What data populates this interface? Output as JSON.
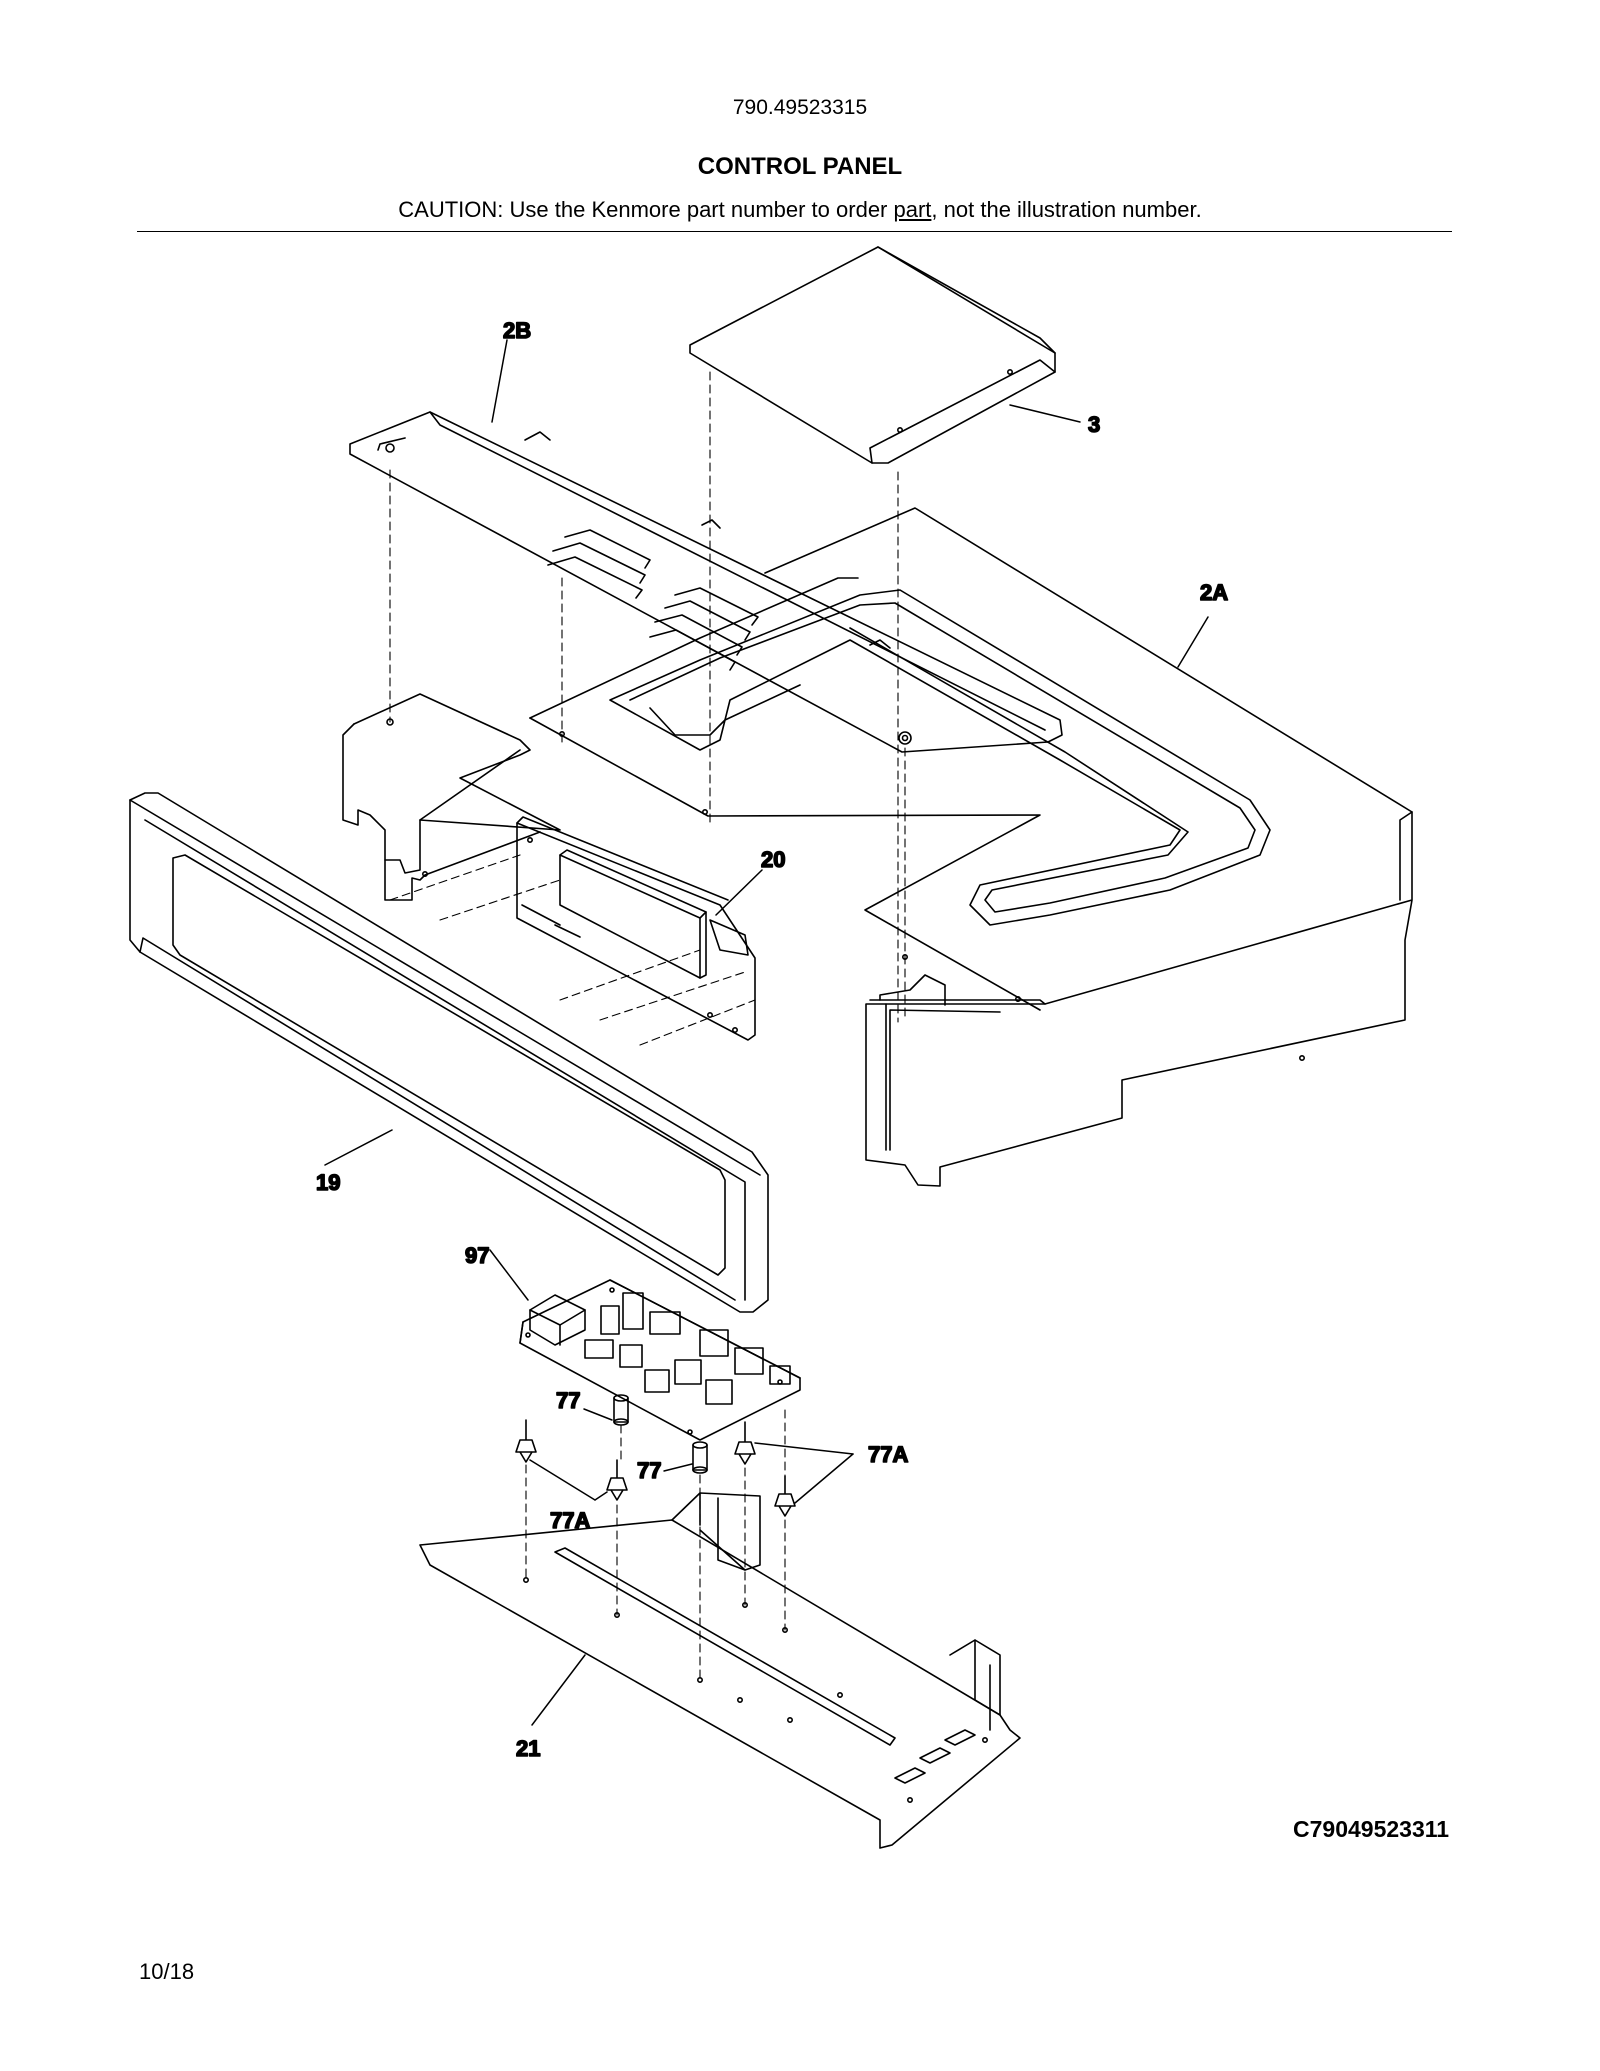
{
  "header": {
    "model_number": "790.49523315",
    "title": "CONTROL PANEL",
    "caution_prefix": "CAUTION: Use the Kenmore part number to order ",
    "caution_underlined": "part",
    "caution_suffix": ", not the illustration number."
  },
  "callouts": {
    "c2B": "2B",
    "c3": "3",
    "c2A": "2A",
    "c20": "20",
    "c19": "19",
    "c97": "97",
    "c77a": "77",
    "c77b": "77",
    "c77A_left": "77A",
    "c77A_right": "77A",
    "c21": "21"
  },
  "footer": {
    "drawing_code": "C79049523311",
    "page": "10/18"
  },
  "colors": {
    "line": "#000000",
    "background": "#ffffff"
  }
}
